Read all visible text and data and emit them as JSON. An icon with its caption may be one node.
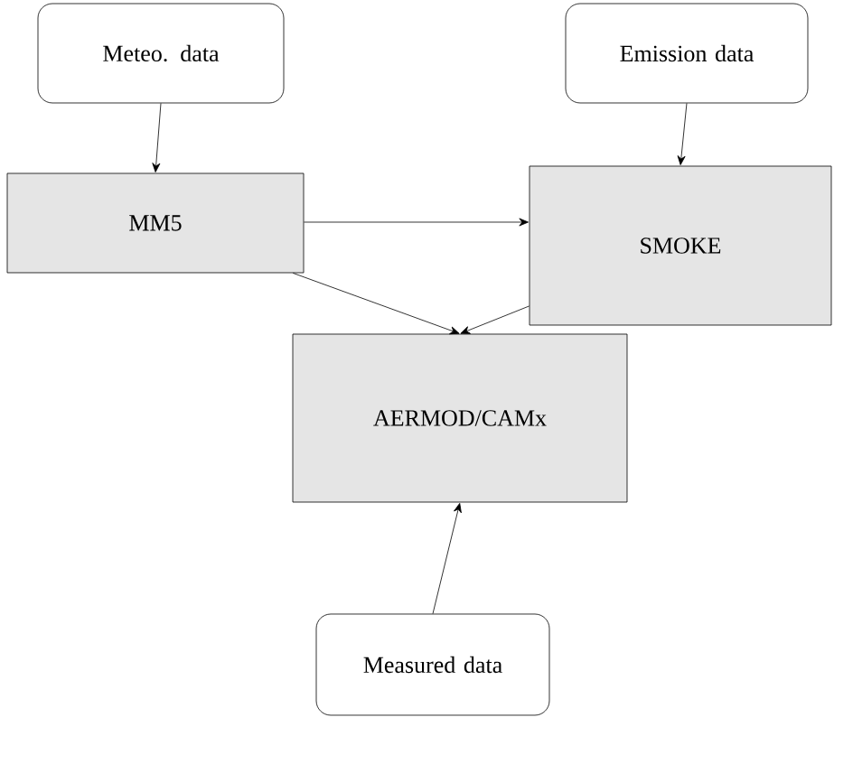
{
  "diagram": {
    "nodes": [
      {
        "text": [
          "Meteo. data"
        ]
      },
      {
        "text": [
          "Emission data"
        ]
      },
      {
        "text": [
          "MM5"
        ]
      },
      {
        "text": [
          "SMOKE"
        ]
      },
      {
        "text": [
          "AERMOD/CAMx"
        ]
      },
      {
        "text": [
          "Measured data"
        ]
      }
    ],
    "edges": [
      {
        "from": 0,
        "to": 2,
        "arrow": "to"
      },
      {
        "from": 1,
        "to": 3,
        "arrow": "to"
      },
      {
        "from": 2,
        "to": 3,
        "arrow": "to"
      },
      {
        "from": 2,
        "to": 4,
        "arrow": "to"
      },
      {
        "from": 3,
        "to": 4,
        "arrow": "to"
      },
      {
        "from": 5,
        "to": 4,
        "arrow": "to"
      }
    ]
  }
}
